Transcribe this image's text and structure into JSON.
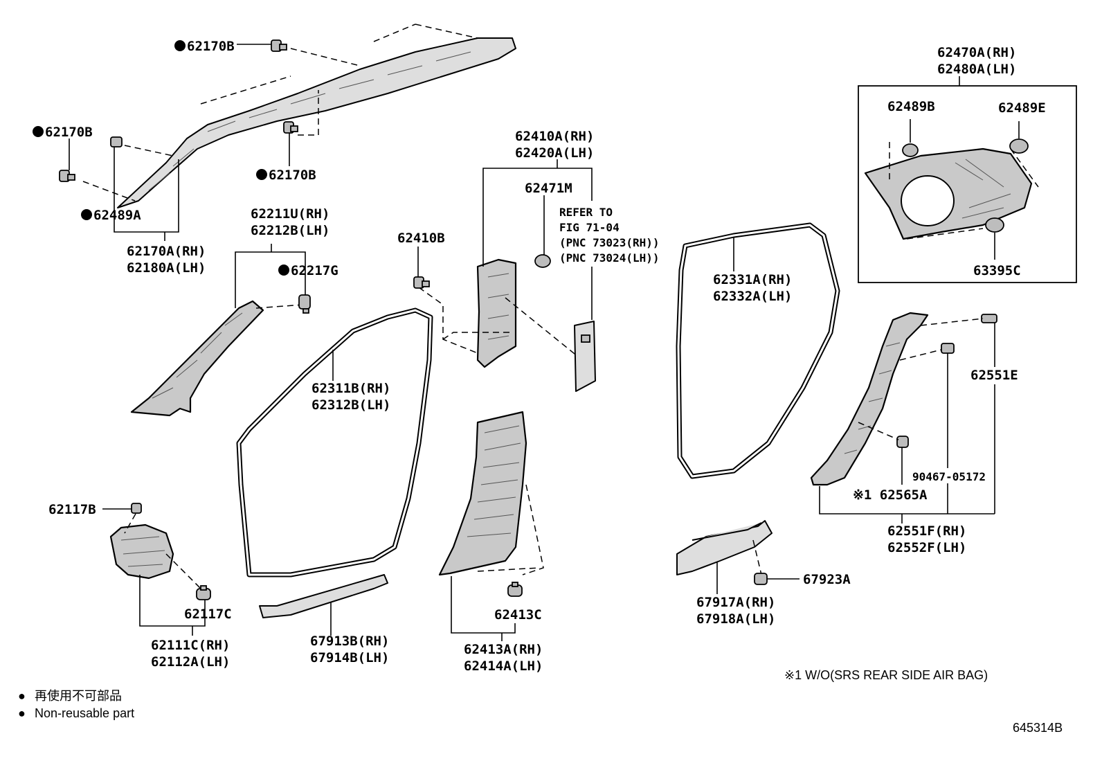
{
  "labels": {
    "p62170B_top": "62170B",
    "p62170B_left": "62170B",
    "p62170B_mid": "62170B",
    "p62489A": "62489A",
    "p62170A_rh": "62170A(RH)",
    "p62180A_lh": "62180A(LH)",
    "p62211U_rh": "62211U(RH)",
    "p62212B_lh": "62212B(LH)",
    "p62217G": "62217G",
    "p62410B": "62410B",
    "p62410A_rh": "62410A(RH)",
    "p62420A_lh": "62420A(LH)",
    "p62471M": "62471M",
    "refer_1": "REFER TO",
    "refer_2": "FIG 71-04",
    "refer_3": "(PNC 73023(RH))",
    "refer_4": "(PNC 73024(LH))",
    "p62311B_rh": "62311B(RH)",
    "p62312B_lh": "62312B(LH)",
    "p62331A_rh": "62331A(RH)",
    "p62332A_lh": "62332A(LH)",
    "p62470A_rh": "62470A(RH)",
    "p62480A_lh": "62480A(LH)",
    "p62489B": "62489B",
    "p62489E": "62489E",
    "p63395C": "63395C",
    "p62551E": "62551E",
    "p90467": "90467-05172",
    "p62565A": "※1 62565A",
    "p62551F_rh": "62551F(RH)",
    "p62552F_lh": "62552F(LH)",
    "p62117B": "62117B",
    "p62117C": "62117C",
    "p62111C_rh": "62111C(RH)",
    "p62112A_lh": "62112A(LH)",
    "p67913B_rh": "67913B(RH)",
    "p67914B_lh": "67914B(LH)",
    "p62413C": "62413C",
    "p62413A_rh": "62413A(RH)",
    "p62414A_lh": "62414A(LH)",
    "p67923A": "67923A",
    "p67917A_rh": "67917A(RH)",
    "p67918A_lh": "67918A(LH)"
  },
  "footnote": "※1 W/O(SRS REAR SIDE AIR BAG)",
  "legend": {
    "symbol": "●",
    "line_ja": "再使用不可部品",
    "line_en": "Non-reusable part"
  },
  "figure_id": "645314B"
}
